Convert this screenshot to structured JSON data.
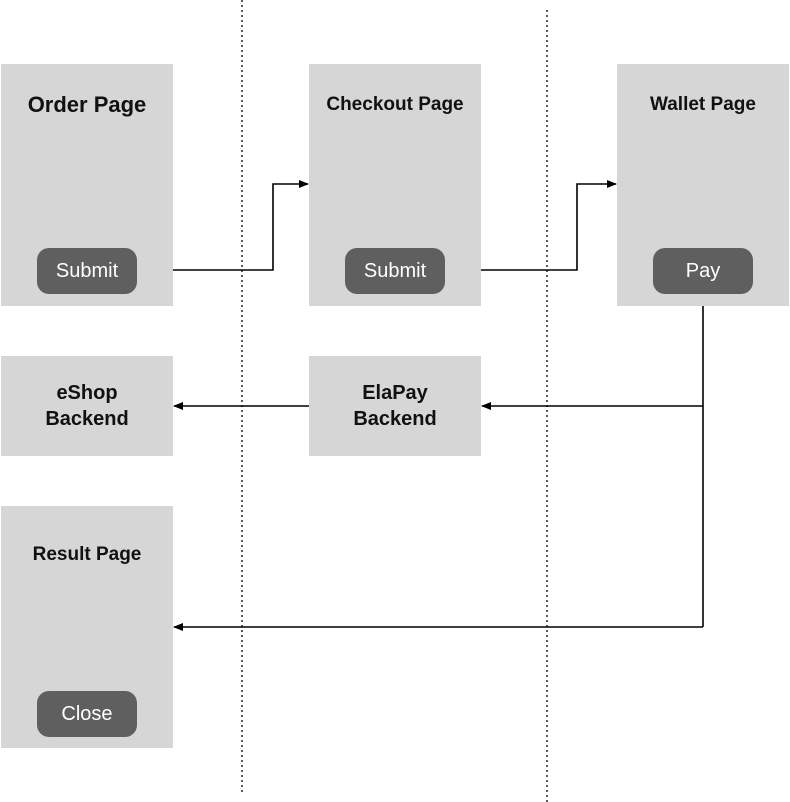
{
  "colors": {
    "box_fill": "#d6d6d6",
    "button_fill": "#5f5f5f",
    "button_text": "#ffffff",
    "line": "#000000"
  },
  "order_page": {
    "title": "Order Page",
    "button_label": "Submit"
  },
  "checkout_page": {
    "title": "Checkout Page",
    "button_label": "Submit"
  },
  "wallet_page": {
    "title": "Wallet Page",
    "button_label": "Pay"
  },
  "eshop_backend": {
    "line1": "eShop",
    "line2": "Backend"
  },
  "elapay_backend": {
    "line1": "ElaPay",
    "line2": "Backend"
  },
  "result_page": {
    "title": "Result Page",
    "button_label": "Close"
  }
}
